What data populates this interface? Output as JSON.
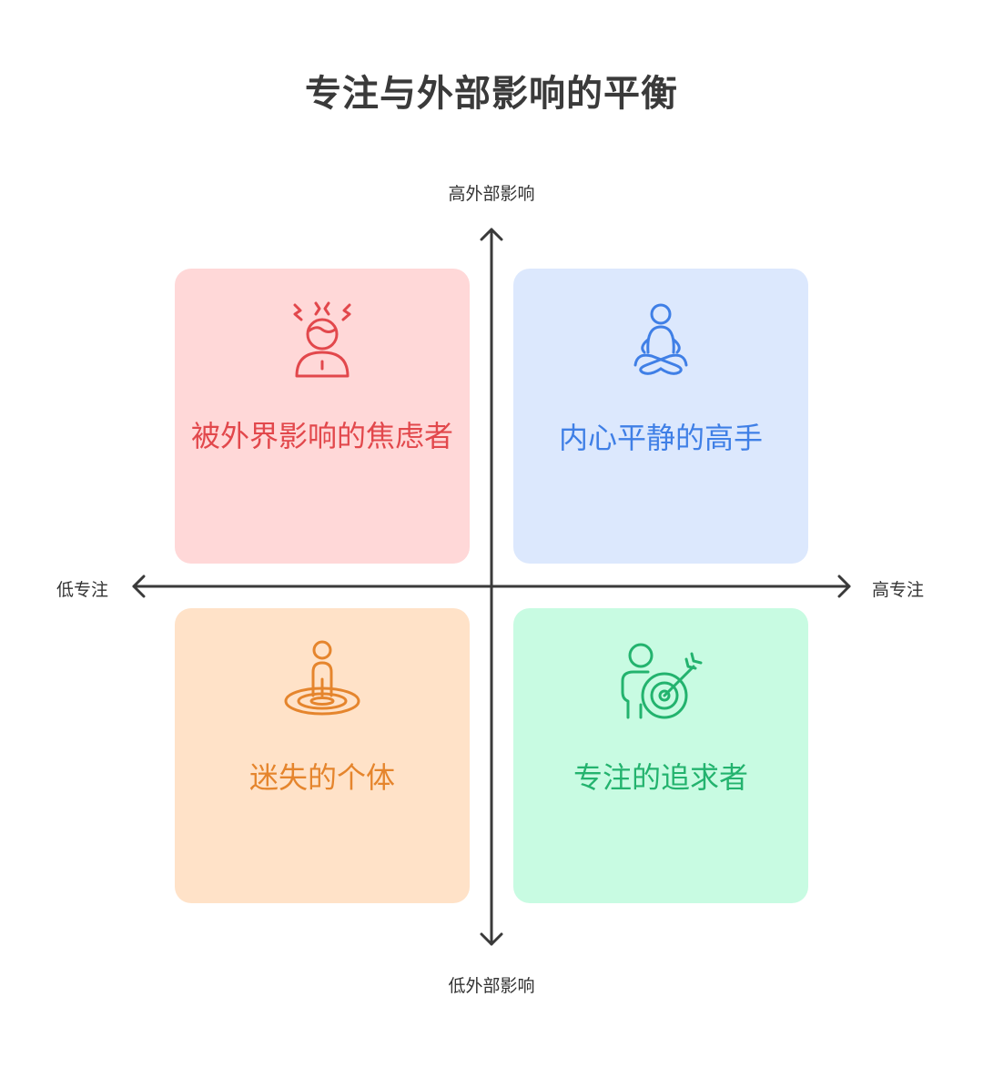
{
  "title": "专注与外部影响的平衡",
  "axes": {
    "top": "高外部影响",
    "bottom": "低外部影响",
    "left": "低专注",
    "right": "高专注",
    "color": "#3a3a3a"
  },
  "quadrants": [
    {
      "label": "被外界影响的焦虑者",
      "icon": "anxious-person-icon",
      "background": "#ffd8d8",
      "color": "#e2484c"
    },
    {
      "label": "内心平静的高手",
      "icon": "meditating-person-icon",
      "background": "#dce8fd",
      "color": "#3f7fe6"
    },
    {
      "label": "迷失的个体",
      "icon": "person-in-vortex-icon",
      "background": "#ffe2c8",
      "color": "#e5852d"
    },
    {
      "label": "专注的追求者",
      "icon": "person-with-target-icon",
      "background": "#c8fbe2",
      "color": "#23b36e"
    }
  ]
}
